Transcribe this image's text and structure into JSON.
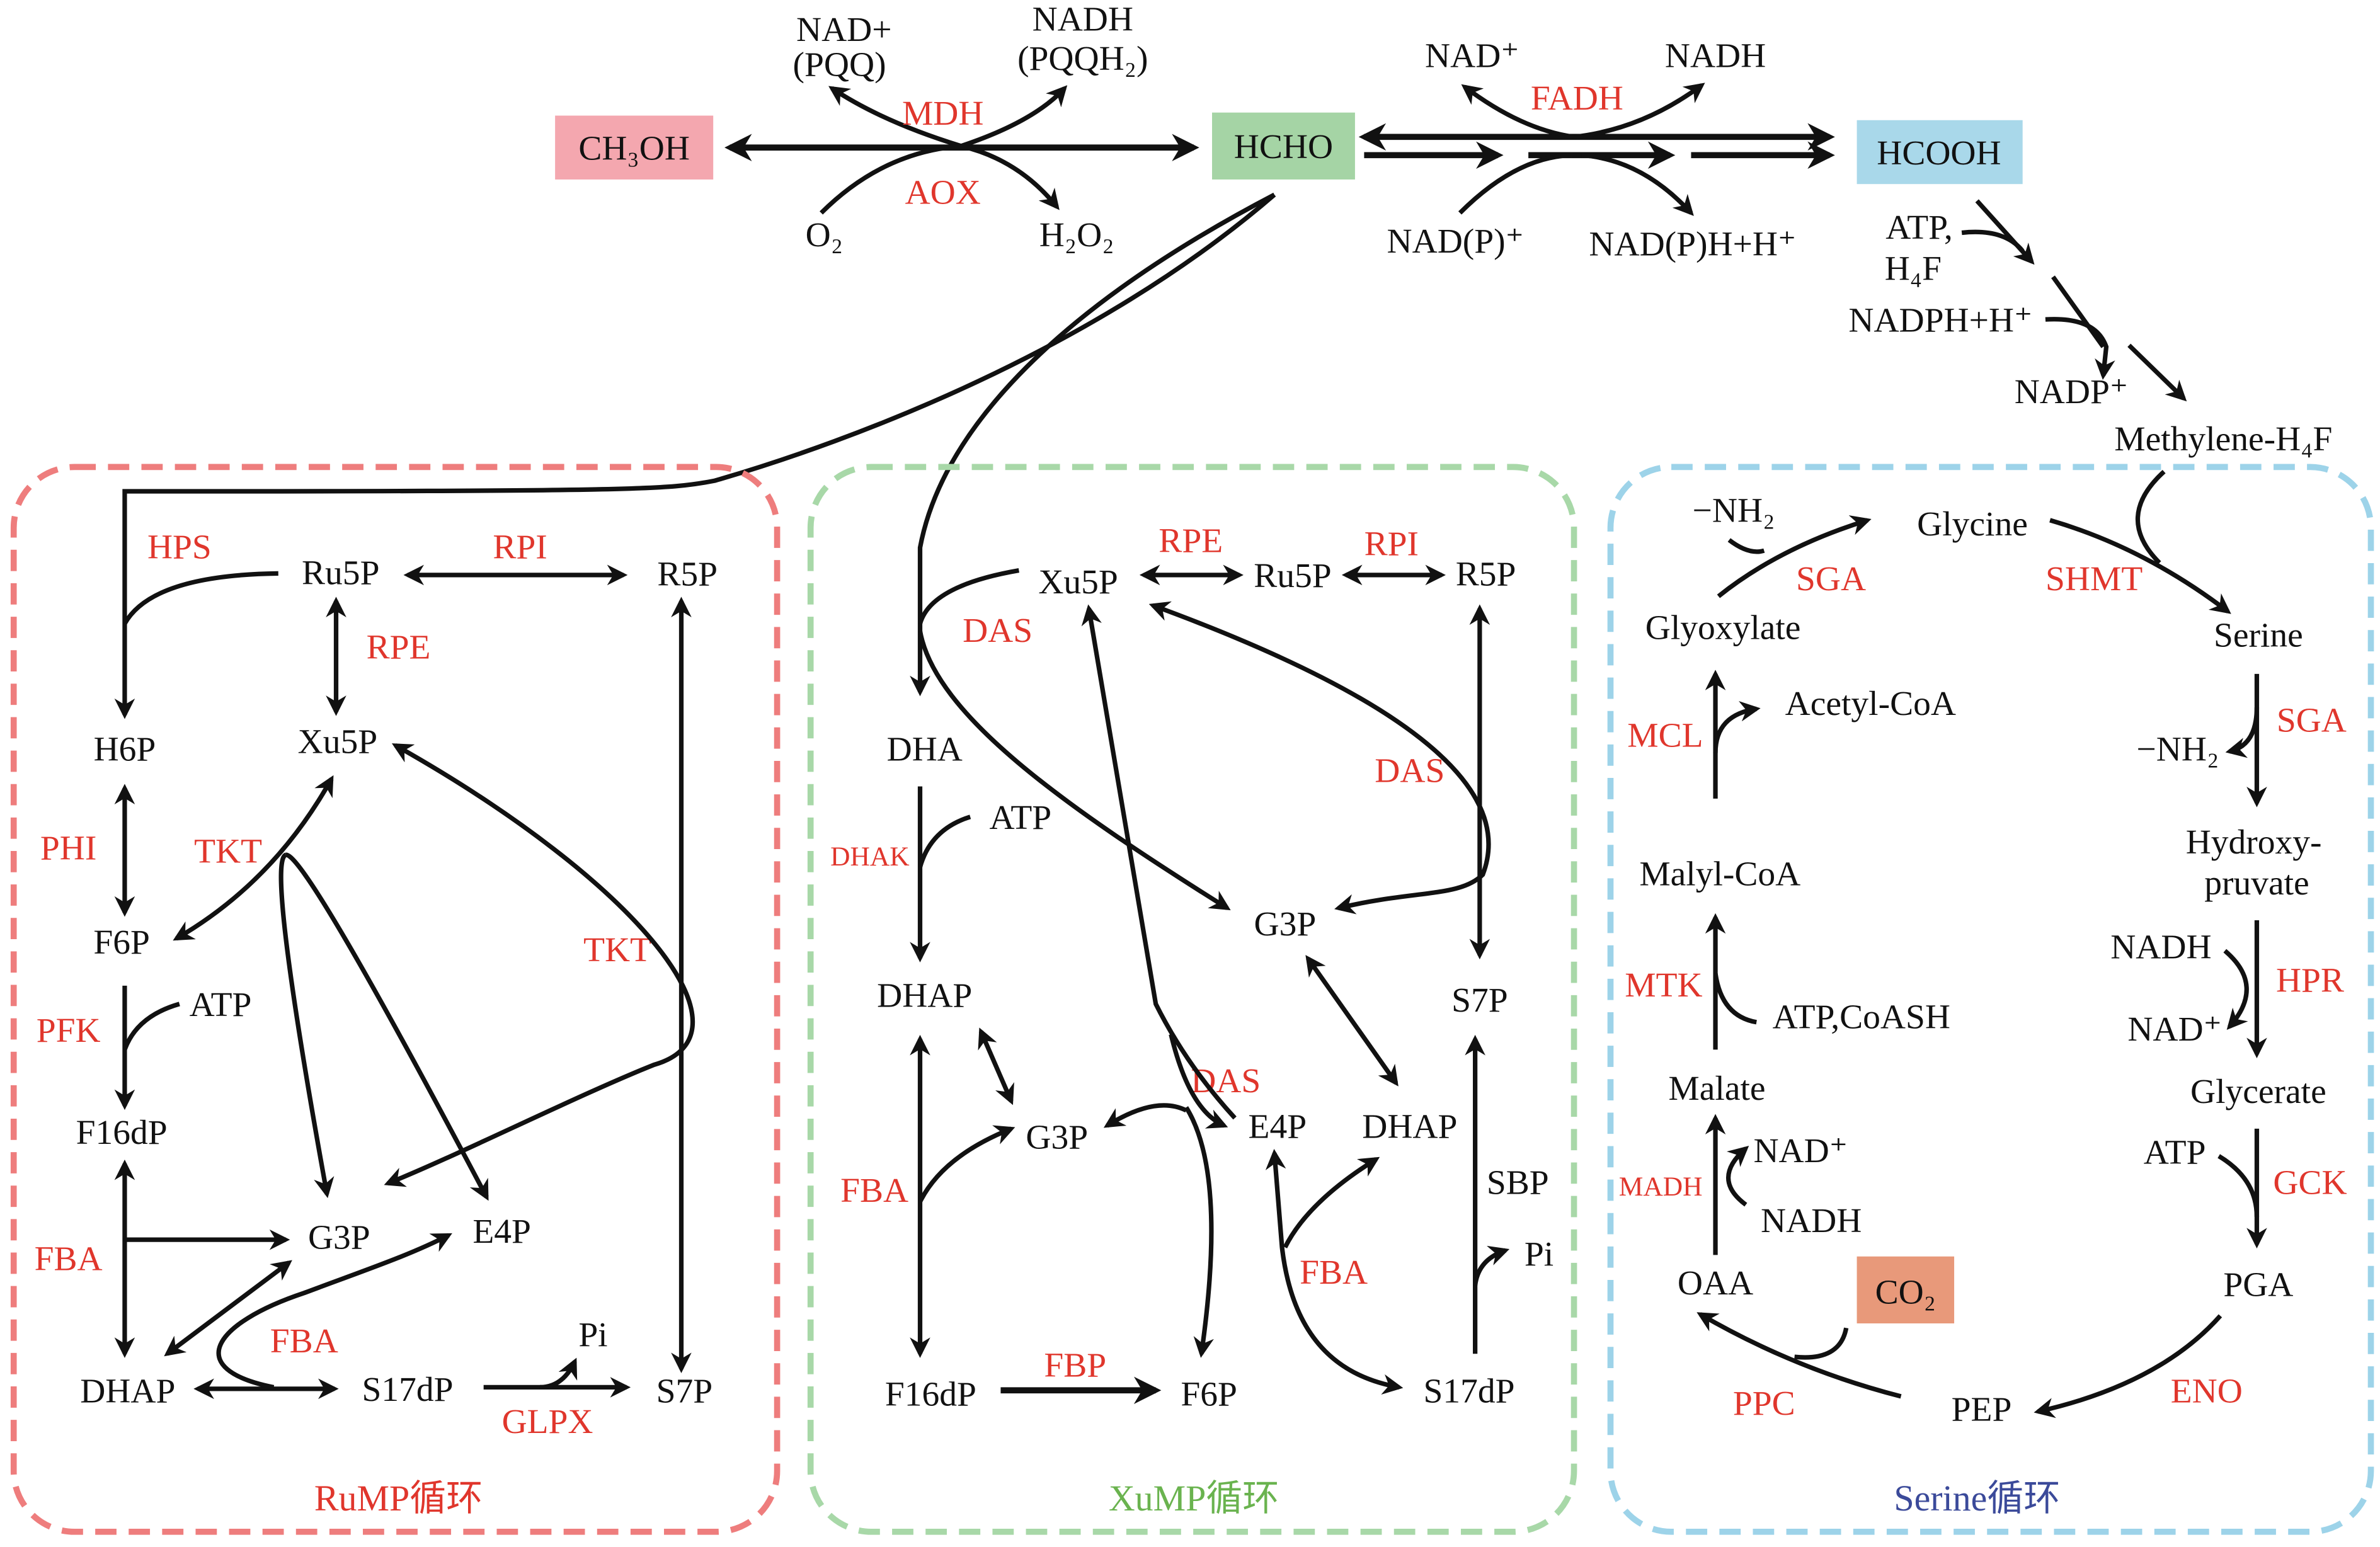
{
  "top": {
    "substrates": {
      "methanol": "CH₃OH",
      "formaldehyde": "HCHO",
      "formate": "HCOOH"
    },
    "colors": {
      "methanol_box": "#f4a7af",
      "formaldehyde_box": "#a5d4a5",
      "formate_box": "#a9d8ea",
      "co2_box": "#e8997a",
      "enzyme_text": "#e0362c"
    },
    "mdh_reaction": {
      "enzyme_top": "MDH",
      "enzyme_bottom": "AOX",
      "cofactor_in_top": "NAD+",
      "cofactor_in_top_alt": "(PQQ)",
      "cofactor_out_top": "NADH",
      "cofactor_out_top_alt": "(PQQH₂)",
      "cofactor_in_bottom": "O₂",
      "cofactor_out_bottom": "H₂O₂"
    },
    "fadh_reaction": {
      "enzyme": "FADH",
      "cofactor_in_top": "NAD⁺",
      "cofactor_out_top": "NADH",
      "cofactor_in_bottom": "NAD(P)⁺",
      "cofactor_out_bottom": "NAD(P)H+H⁺"
    },
    "formate_path": {
      "cofactor1_line1": "ATP,",
      "cofactor1_line2": "H₄F",
      "cofactor2": "NADPH+H⁺",
      "cofactor2_out": "NADP⁺",
      "product": "Methylene-H₄F"
    }
  },
  "rump": {
    "label": "RuMP循环",
    "label_color": "#e0362c",
    "border_color": "#ee7d7d",
    "metabolites": {
      "ru5p": "Ru5P",
      "r5p": "R5P",
      "xu5p": "Xu5P",
      "h6p": "H6P",
      "f6p": "F6P",
      "atp": "ATP",
      "f16dp": "F16dP",
      "g3p": "G3P",
      "e4p": "E4P",
      "dhap": "DHAP",
      "s17dp": "S17dP",
      "pi": "Pi",
      "s7p": "S7P"
    },
    "enzymes": {
      "hps": "HPS",
      "rpi": "RPI",
      "rpe": "RPE",
      "phi": "PHI",
      "tkt1": "TKT",
      "tkt2": "TKT",
      "pfk": "PFK",
      "fba1": "FBA",
      "fba2": "FBA",
      "glpx": "GLPX"
    }
  },
  "xump": {
    "label": "XuMP循环",
    "label_color": "#6ab34f",
    "border_color": "#a8d8a8",
    "metabolites": {
      "xu5p": "Xu5P",
      "ru5p": "Ru5P",
      "r5p": "R5P",
      "dha": "DHA",
      "atp": "ATP",
      "g3p_top": "G3P",
      "dhap_left": "DHAP",
      "s7p": "S7P",
      "g3p_mid": "G3P",
      "e4p": "E4P",
      "dhap_right": "DHAP",
      "sbp": "SBP",
      "pi": "Pi",
      "f16dp": "F16dP",
      "f6p": "F6P",
      "s17dp": "S17dP"
    },
    "enzymes": {
      "rpe": "RPE",
      "rpi": "RPI",
      "das1": "DAS",
      "das2": "DAS",
      "das3": "DAS",
      "dhak": "DHAK",
      "fba1": "FBA",
      "fba2": "FBA",
      "fbp": "FBP"
    }
  },
  "serine": {
    "label": "Serine循环",
    "label_color": "#3b4a9a",
    "border_color": "#9dd3e9",
    "metabolites": {
      "nh2_top": "−NH₂",
      "glycine": "Glycine",
      "glyoxylate": "Glyoxylate",
      "serine": "Serine",
      "acetyl_coa": "Acetyl-CoA",
      "nh2_right": "−NH₂",
      "hydroxy_line1": "Hydroxy-",
      "hydroxy_line2": "pruvate",
      "malyl_coa": "Malyl-CoA",
      "nadh_right": "NADH",
      "atp_coash": "ATP,CoASH",
      "nad_right": "NAD⁺",
      "malate": "Malate",
      "glycerate": "Glycerate",
      "nad_left": "NAD⁺",
      "atp_right": "ATP",
      "nadh_left": "NADH",
      "oaa": "OAA",
      "co2": "CO₂",
      "pga": "PGA",
      "pep": "PEP"
    },
    "enzymes": {
      "sga1": "SGA",
      "shmt": "SHMT",
      "sga2": "SGA",
      "mcl": "MCL",
      "hpr": "HPR",
      "mtk": "MTK",
      "madh": "MADH",
      "gck": "GCK",
      "eno": "ENO",
      "ppc": "PPC"
    }
  }
}
